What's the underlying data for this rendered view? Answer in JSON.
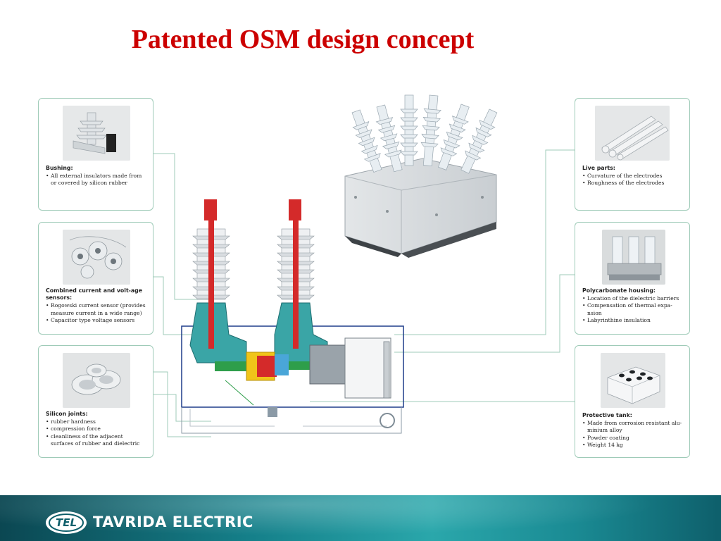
{
  "title": "Patented OSM design concept",
  "cards": {
    "bushing": {
      "heading": "Bushing:",
      "items": [
        "All external insulators made from or covered by silicon rubber"
      ]
    },
    "sensors": {
      "heading": "Combined current and volt-age sensors:",
      "items": [
        "Rogowski current sensor (provides measure current in a wide range)",
        "Capacitor type voltage sensors"
      ]
    },
    "joints": {
      "heading": "Silicon joints:",
      "items": [
        "rubber hardness",
        "compression force",
        "cleanliness of the adjacent surfaces of rubber and dielectric"
      ]
    },
    "live": {
      "heading": "Live parts:",
      "items": [
        "Curvature of the electrodes",
        "Roughness of the electrodes"
      ]
    },
    "housing": {
      "heading": "Polycarbonate housing:",
      "items": [
        "Location of the dielectric barriers",
        "Compensation of thermal expa-nsion",
        "Labyrinthine insulation"
      ]
    },
    "tank": {
      "heading": "Protective tank:",
      "items": [
        "Made from corrosion resistant alu-minium alloy",
        "Powder coating",
        "Weight 14 kg"
      ]
    }
  },
  "footer": {
    "brand": "TAVRIDA ELECTRIC",
    "logo_text": "TEL"
  },
  "colors": {
    "title": "#cc0000",
    "accent": "#1a8a93",
    "line": "#9fcbb8"
  }
}
